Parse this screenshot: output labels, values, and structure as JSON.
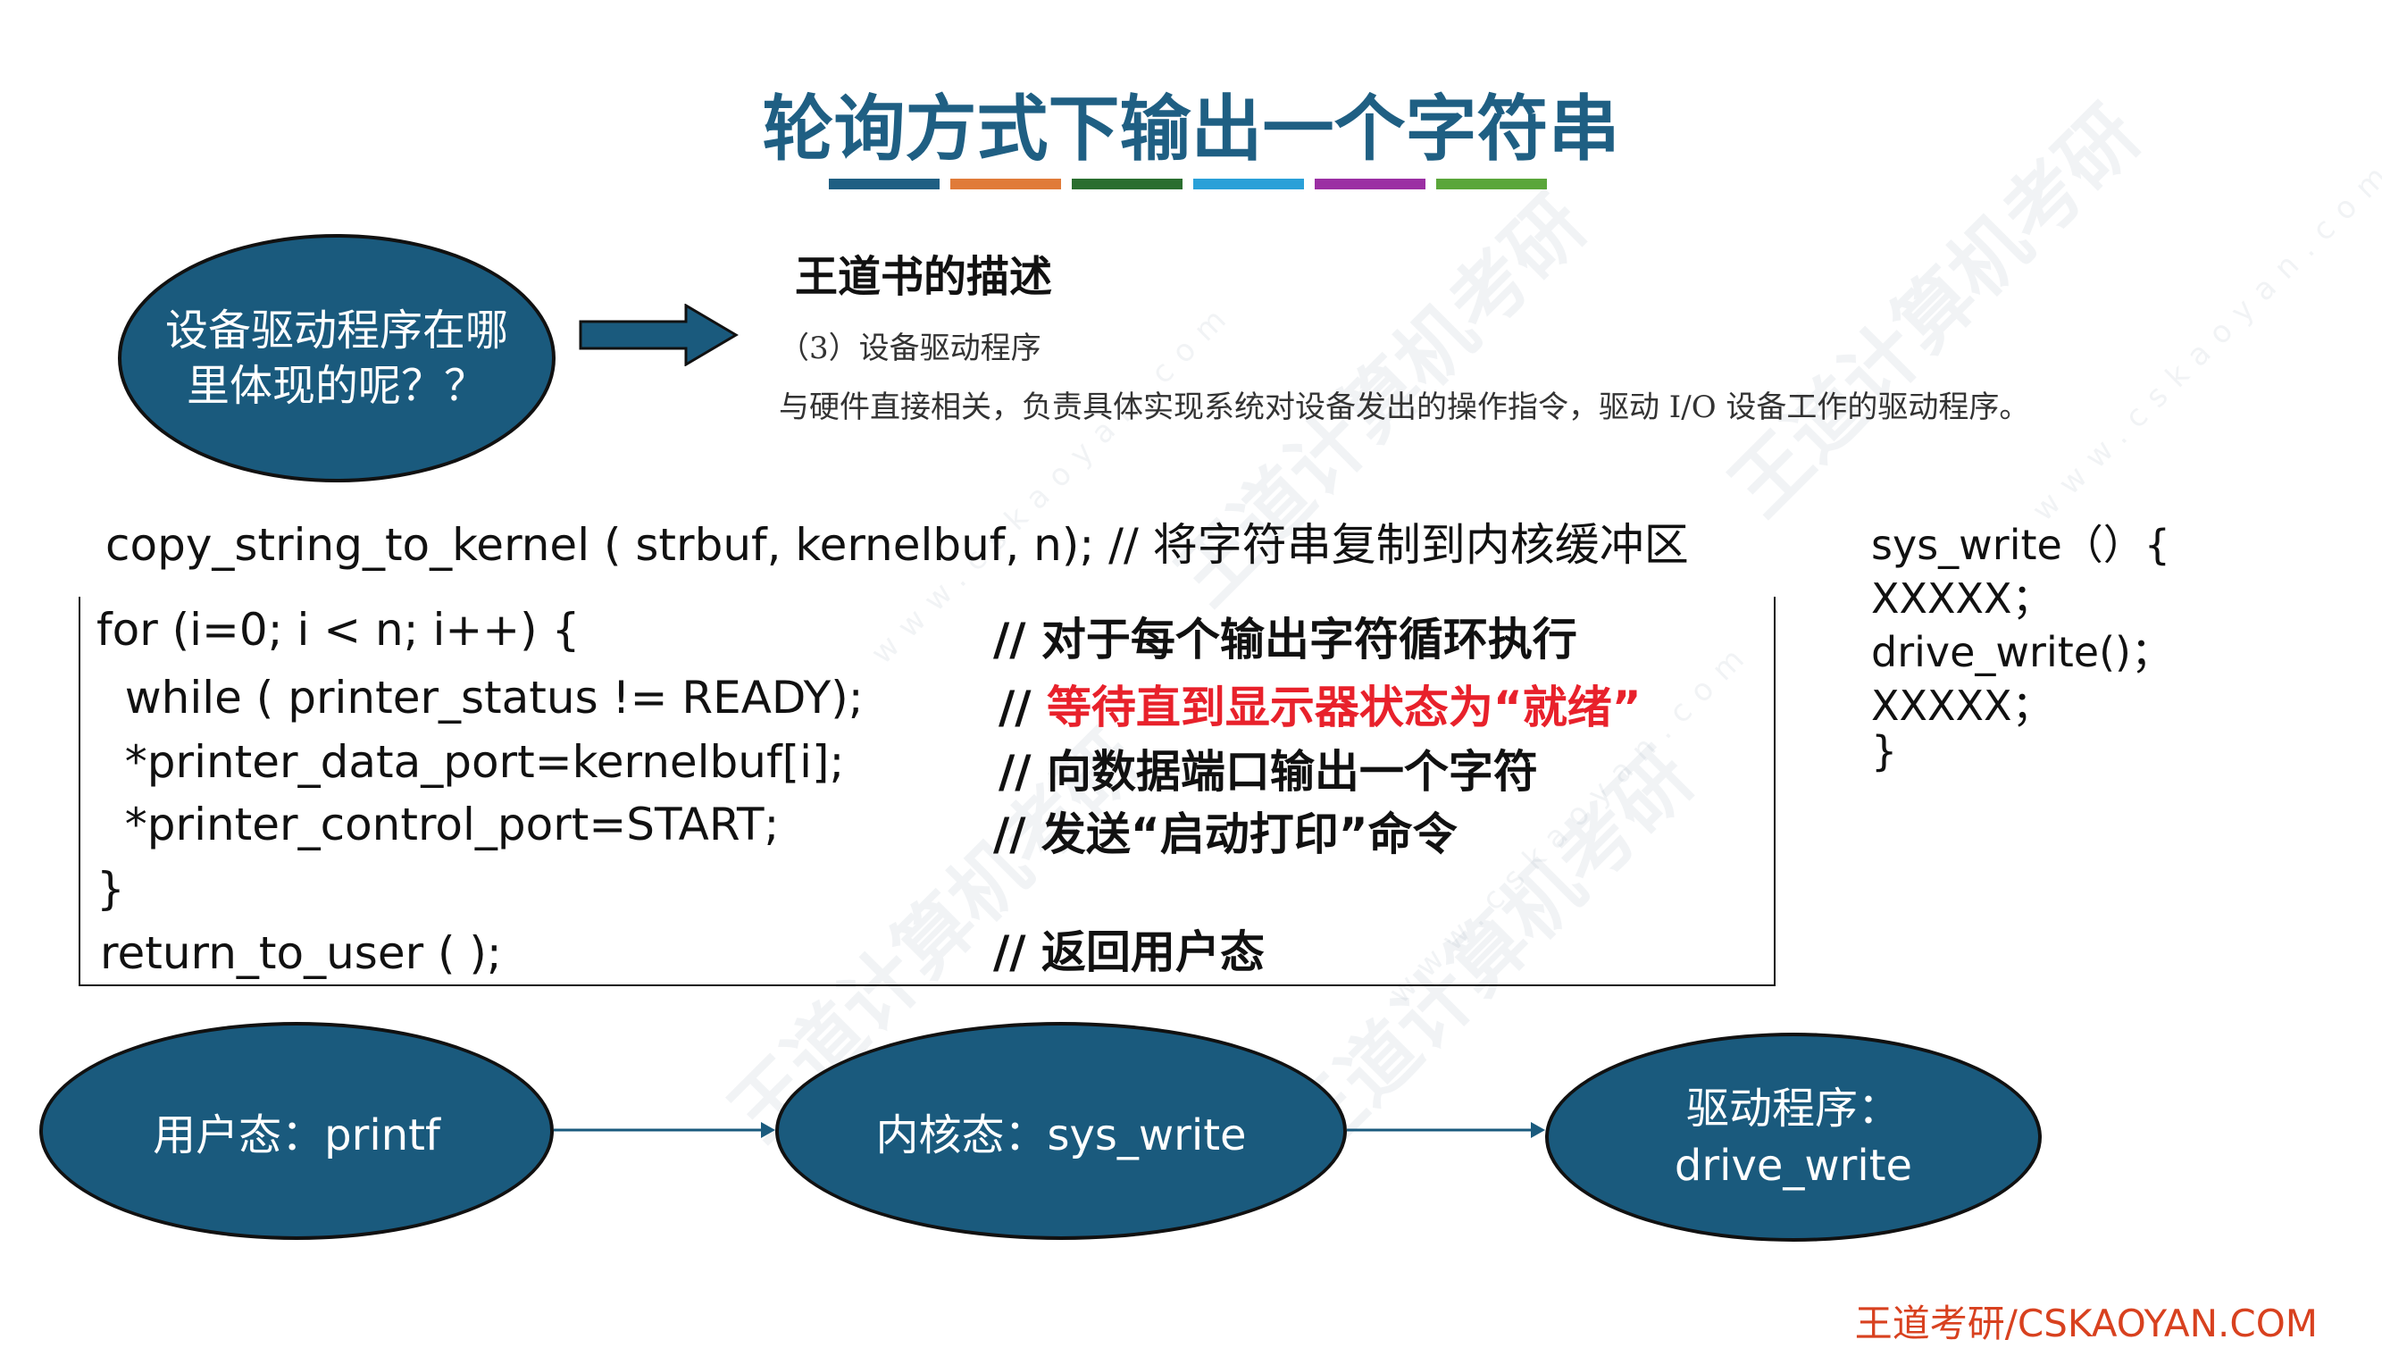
{
  "title": "轮询方式下输出一个字符串",
  "stripe_colors": [
    "#1f5f83",
    "#e07b39",
    "#2a6e2f",
    "#2aa0d8",
    "#9b2fa3",
    "#5aa63a"
  ],
  "question_bubble": "设备驱动程序在哪里体现的呢？？",
  "book": {
    "heading": "王道书的描述",
    "subheading": "（3）设备驱动程序",
    "description": "与硬件直接相关，负责具体实现系统对设备发出的操作指令，驱动 I/O 设备工作的驱动程序。"
  },
  "copy_line": "copy_string_to_kernel ( strbuf, kernelbuf, n);  // 将字符串复制到内核缓冲区",
  "code": [
    {
      "code": "for (i=0; i < n; i++) {",
      "comment": "// 对于每个输出字符循环执行",
      "highlight": ""
    },
    {
      "code": "  while ( printer_status != READY);",
      "comment": "// ",
      "highlight": "等待直到显示器状态为“就绪”"
    },
    {
      "code": "  *printer_data_port=kernelbuf[i];",
      "comment": "// 向数据端口输出一个字符",
      "highlight": ""
    },
    {
      "code": "  *printer_control_port=START;",
      "comment": "// 发送“启动打印”命令",
      "highlight": ""
    },
    {
      "code": "}",
      "comment": "",
      "highlight": ""
    },
    {
      "code": "return_to_user ( );",
      "comment": "// 返回用户态",
      "highlight": ""
    }
  ],
  "side_code": [
    "sys_write（）{",
    "XXXXX；",
    "drive_write()；",
    "XXXXX；",
    "}"
  ],
  "flow": [
    {
      "label": "用户态：printf"
    },
    {
      "label": "内核态：sys_write"
    },
    {
      "label": "驱动程序：drive_write"
    }
  ],
  "watermark": "王道计算机考研",
  "watermark_url": "www.cskaoyan.com",
  "footer": "王道考研/CSKAOYAN.COM",
  "colors": {
    "accent": "#1f5f83",
    "bubble": "#1a5a7d",
    "highlight": "#e8212b",
    "footer": "#d8411f"
  }
}
